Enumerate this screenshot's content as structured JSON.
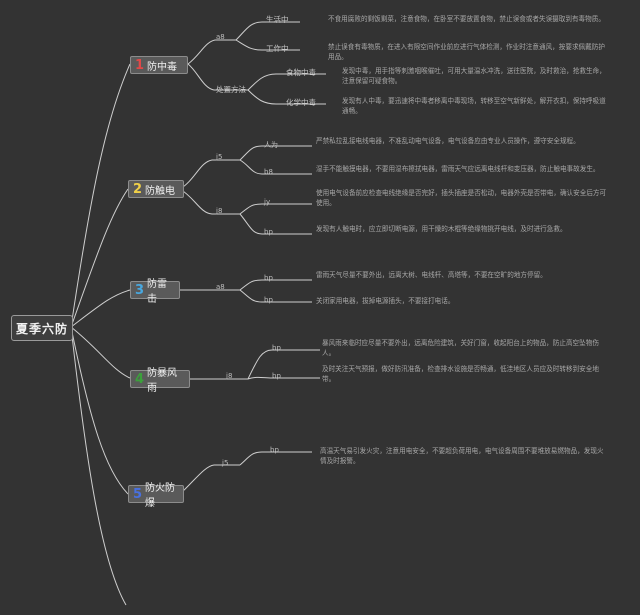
{
  "root": "夏季六防",
  "topics": [
    {
      "number": "1",
      "number_color": "#e04848",
      "label": "防中毒",
      "branch_label": "a8",
      "children": [
        {
          "label": "生活中",
          "note": "不食用腐败的剩饭剩菜，注意食物，在卧室不要放置食物，禁止误食或者失误摄取到有毒物质。"
        },
        {
          "label": "工作中",
          "note": "禁止误食有毒物质，在进入有限空间作业前应进行气体检测，作业时注意通风，按要求佩戴防护用品。"
        },
        {
          "label": "处置方法",
          "children": [
            {
              "label": "食物中毒",
              "note": "发现中毒，用手指等刺激咽喉催吐，可用大量温水冲洗，送往医院，及时救治，抢救生命，注意保留可疑食物。"
            },
            {
              "label": "化学中毒",
              "note": "发现有人中毒，要迅速将中毒者移离中毒现场，转移至空气新鲜处，解开衣扣，保持呼吸道通畅。"
            }
          ]
        }
      ]
    },
    {
      "number": "2",
      "number_color": "#f0d048",
      "label": "防触电",
      "branch_label": "j5",
      "children": [
        {
          "label": "人为",
          "note": "严禁私拉乱接电线电器，不准乱动电气设备，电气设备应由专业人员操作，遵守安全规程。"
        },
        {
          "label": "b8",
          "note": "湿手不能触摸电器，不要用湿布擦拭电器，雷雨天气应远离电线杆和变压器，防止触电事故发生。"
        },
        {
          "label": "jy",
          "note": "使用电气设备前应检查电线绝缘是否完好，插头插座是否松动，电器外壳是否带电，确认安全后方可使用。"
        },
        {
          "label": "bp",
          "note": "发现有人触电时，应立即切断电源，用干燥的木棍等绝缘物挑开电线，及时进行急救。"
        }
      ]
    },
    {
      "number": "3",
      "number_color": "#48a8e0",
      "label": "防雷击",
      "branch_label": "a8",
      "children": [
        {
          "label": "bp",
          "note": "雷雨天气尽量不要外出，远离大树、电线杆、高塔等，不要在空旷的地方停留。"
        },
        {
          "label": "bp",
          "note": "关闭家用电器，拔掉电源插头，不要接打电话。"
        }
      ]
    },
    {
      "number": "4",
      "number_color": "#3ca03c",
      "label": "防暴风雨",
      "branch_label": "j8",
      "children": [
        {
          "label": "bp",
          "note": "暴风雨来临时应尽量不要外出，远离危险建筑，关好门窗，收起阳台上的物品，防止高空坠物伤人。"
        },
        {
          "label": "bp",
          "note": "及时关注天气预报，做好防汛准备，检查排水设施是否畅通，低洼地区人员应及时转移到安全地带。"
        }
      ]
    },
    {
      "number": "5",
      "number_color": "#4870e0",
      "label": "防火防爆",
      "branch_label": "j5",
      "children": [
        {
          "label": "bp",
          "note": "高温天气易引发火灾，注意用电安全，不要超负荷用电，电气设备周围不要堆放易燃物品，发现火情及时报警。"
        }
      ]
    }
  ]
}
